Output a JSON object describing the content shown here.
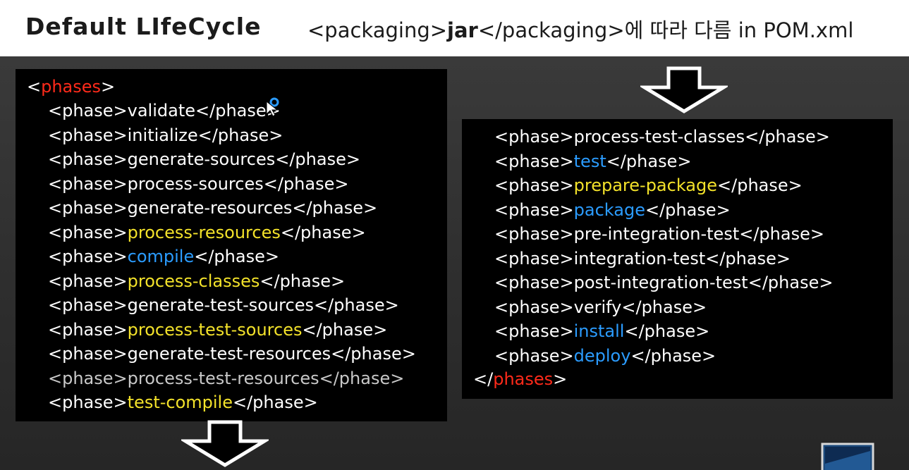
{
  "header": {
    "title": "Default LIfeCycle",
    "subtitle_prefix": "<packaging>",
    "subtitle_bold": "jar",
    "subtitle_suffix": "</packaging>에 따라 다름 in POM.xml"
  },
  "code": {
    "phases_open_lt": "<",
    "phases_tag": "phases",
    "phases_open_gt": ">",
    "phases_close_lt": "</",
    "phases_close_gt": ">",
    "phase_open": "<phase>",
    "phase_close": "</phase>",
    "left_phases": [
      {
        "name": "validate",
        "color": "white"
      },
      {
        "name": "initialize",
        "color": "white"
      },
      {
        "name": "generate-sources",
        "color": "white"
      },
      {
        "name": "process-sources",
        "color": "white"
      },
      {
        "name": "generate-resources",
        "color": "white"
      },
      {
        "name": "process-resources",
        "color": "yellow"
      },
      {
        "name": "compile",
        "color": "blue"
      },
      {
        "name": "process-classes",
        "color": "yellow"
      },
      {
        "name": "generate-test-sources",
        "color": "white"
      },
      {
        "name": "process-test-sources",
        "color": "yellow"
      },
      {
        "name": "generate-test-resources",
        "color": "white"
      },
      {
        "name": "process-test-resources",
        "color": "grey"
      },
      {
        "name": "test-compile",
        "color": "yellow"
      }
    ],
    "right_phases": [
      {
        "name": "process-test-classes",
        "color": "white"
      },
      {
        "name": "test",
        "color": "blue"
      },
      {
        "name": "prepare-package",
        "color": "yellow"
      },
      {
        "name": "package",
        "color": "blue"
      },
      {
        "name": "pre-integration-test",
        "color": "white"
      },
      {
        "name": "integration-test",
        "color": "white"
      },
      {
        "name": "post-integration-test",
        "color": "white"
      },
      {
        "name": "verify",
        "color": "white"
      },
      {
        "name": "install",
        "color": "blue"
      },
      {
        "name": "deploy",
        "color": "blue"
      }
    ]
  },
  "colors": {
    "tag_red": "#ff2a1a",
    "highlight_blue": "#2b9cff",
    "highlight_yellow": "#f3e22a",
    "code_bg": "#000000",
    "stage_bg": "#2e2e2e"
  },
  "icons": [
    "down-arrow-icon",
    "cursor-pointer-icon",
    "window-icon"
  ]
}
